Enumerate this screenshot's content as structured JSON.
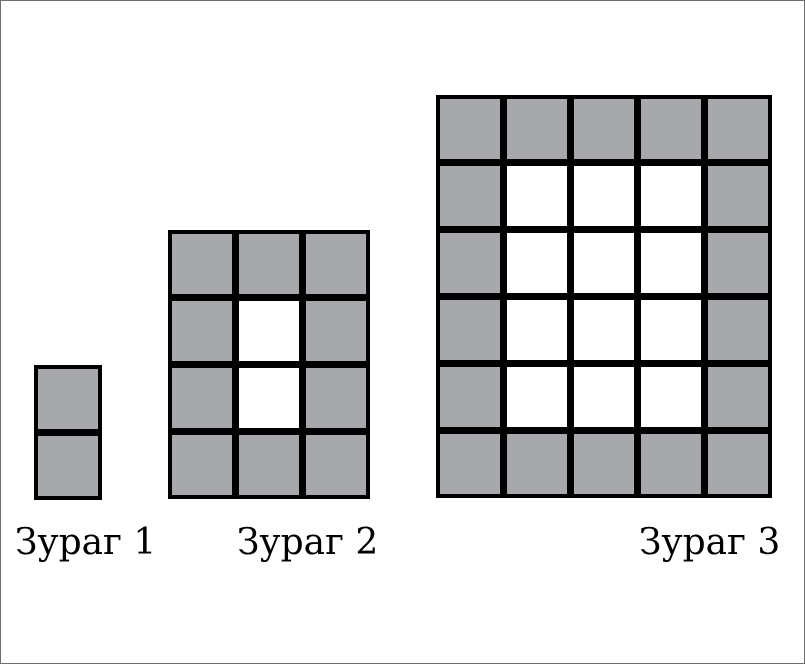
{
  "colors": {
    "filled": "#a7a8ab",
    "empty": "#ffffff",
    "stroke": "#000000"
  },
  "figures": [
    {
      "caption": "Зураг 1",
      "rows": 2,
      "cols": 1,
      "grid": [
        [
          1
        ],
        [
          1
        ]
      ]
    },
    {
      "caption": "Зураг 2",
      "rows": 4,
      "cols": 3,
      "grid": [
        [
          1,
          1,
          1
        ],
        [
          1,
          0,
          1
        ],
        [
          1,
          0,
          1
        ],
        [
          1,
          1,
          1
        ]
      ]
    },
    {
      "caption": "Зураг 3",
      "rows": 6,
      "cols": 5,
      "grid": [
        [
          1,
          1,
          1,
          1,
          1
        ],
        [
          1,
          0,
          0,
          0,
          1
        ],
        [
          1,
          0,
          0,
          0,
          1
        ],
        [
          1,
          0,
          0,
          0,
          1
        ],
        [
          1,
          0,
          0,
          0,
          1
        ],
        [
          1,
          1,
          1,
          1,
          1
        ]
      ]
    }
  ]
}
